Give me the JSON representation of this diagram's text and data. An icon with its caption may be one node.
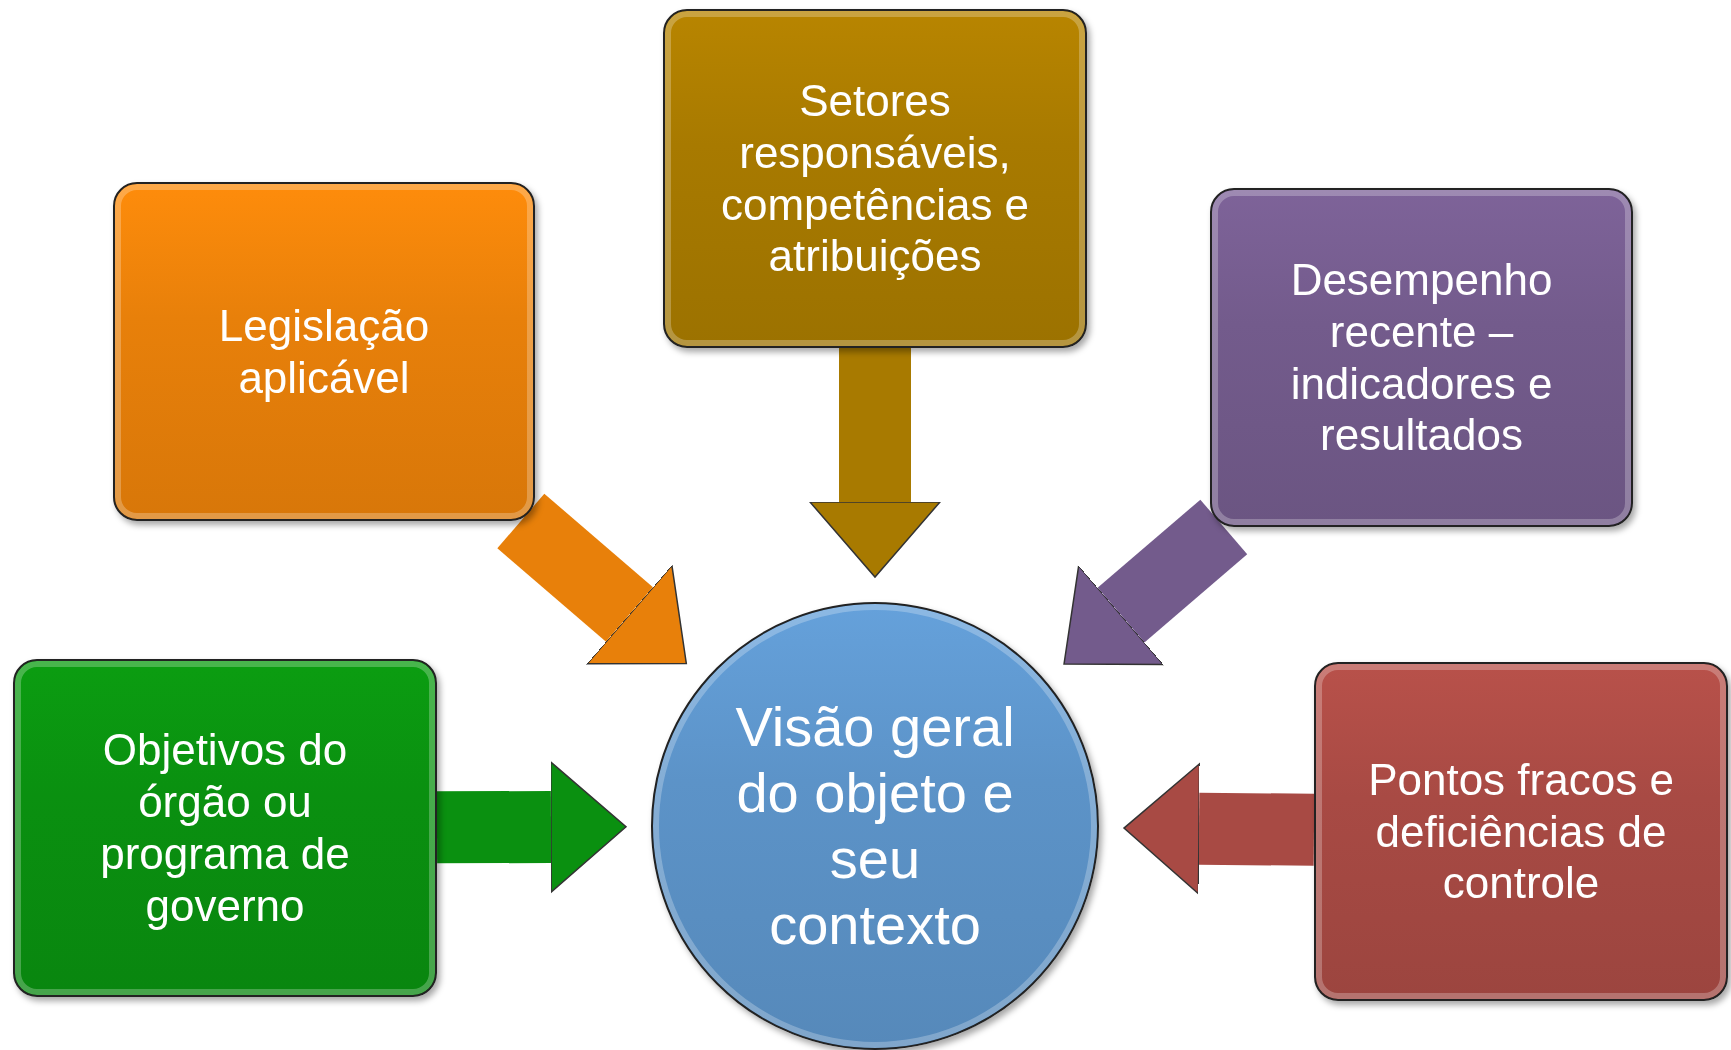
{
  "diagram": {
    "nodes": [
      {
        "text": [
          "Setores responsáveis, competências e atribuições"
        ]
      },
      {
        "text": [
          "Legislação aplicável"
        ]
      },
      {
        "text": [
          "Desempenho recente – indicadores e resultados"
        ]
      },
      {
        "text": [
          "Objetivos do órgão ou programa de governo"
        ]
      },
      {
        "text": [
          "Visão geral do objeto e seu contexto"
        ]
      },
      {
        "text": [
          "Pontos fracos e deficiências de controle"
        ]
      }
    ],
    "edges": [
      {
        "from": 0,
        "to": 4,
        "arrow": "to",
        "color": "#a87a00"
      },
      {
        "from": 1,
        "to": 4,
        "arrow": "to",
        "color": "#e8800a"
      },
      {
        "from": 2,
        "to": 4,
        "arrow": "to",
        "color": "#735b8c"
      },
      {
        "from": 3,
        "to": 4,
        "arrow": "to",
        "color": "#0a9010"
      },
      {
        "from": 5,
        "to": 4,
        "arrow": "to",
        "color": "#a84a44"
      }
    ]
  }
}
